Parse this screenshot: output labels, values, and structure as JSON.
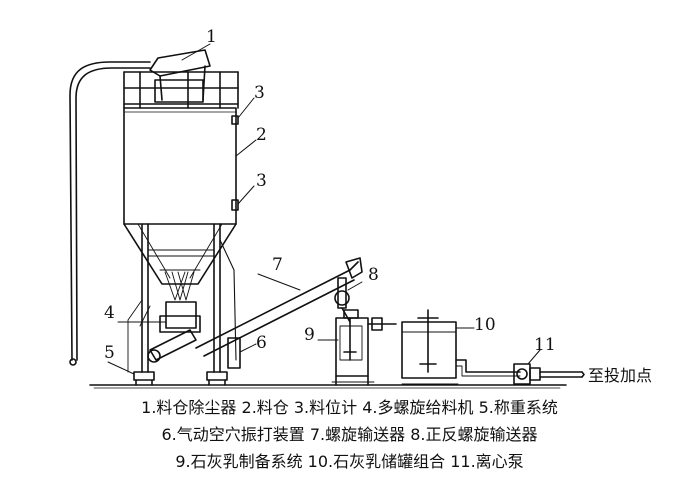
{
  "diagram": {
    "callouts": [
      "1",
      "2",
      "3",
      "3",
      "4",
      "5",
      "6",
      "7",
      "8",
      "9",
      "10",
      "11"
    ],
    "destination_label": "至投加点"
  },
  "legend": {
    "line1": "1.料仓除尘器 2.料仓 3.料位计 4.多螺旋给料机 5.称重系统",
    "line2": "6.气动空穴振打装置 7.螺旋输送器 8.正反螺旋输送器",
    "line3": "9.石灰乳制备系统 10.石灰乳储罐组合 11.离心泵"
  }
}
